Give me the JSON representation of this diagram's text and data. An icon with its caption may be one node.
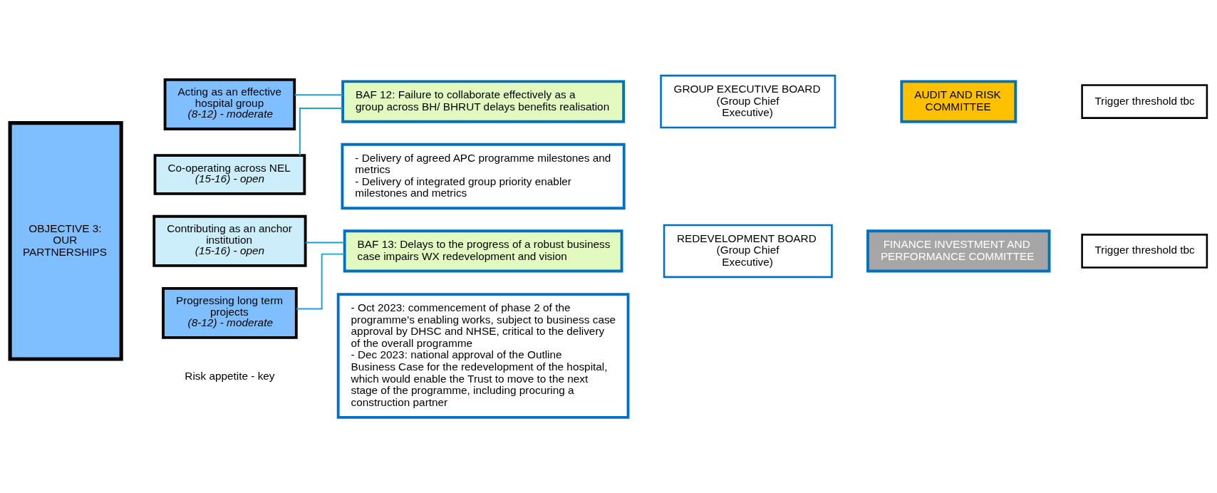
{
  "diagram": {
    "nodes": [
      {
        "text": [
          "OBJECTIVE 3: OUR PARTNERSHIPS"
        ]
      },
      {
        "text": [
          "Acting as an effective hospital group",
          "(8-12) - moderate"
        ]
      },
      {
        "text": [
          "Co-operating across NEL",
          "(15-16) - open"
        ]
      },
      {
        "text": [
          "BAF 12: Failure to collaborate effectively as a group across BH/ BHRUT delays benefits realisation"
        ]
      },
      {
        "text": [
          "- Delivery of agreed APC programme milestones and metrics",
          "- Delivery of integrated group priority enabler milestones and metrics"
        ]
      },
      {
        "text": [
          "GROUP EXECUTIVE BOARD",
          "(Group Chief Executive)"
        ]
      },
      {
        "text": [
          "AUDIT AND RISK COMMITTEE"
        ]
      },
      {
        "text": [
          "Trigger threshold tbc"
        ]
      },
      {
        "text": [
          "Contributing as an anchor institution",
          "(15-16) - open"
        ]
      },
      {
        "text": [
          "Progressing long term projects",
          "(8-12) - moderate"
        ]
      },
      {
        "text": [
          "BAF 13: Delays to the progress of a robust business case impairs WX redevelopment and vision"
        ]
      },
      {
        "text": [
          "- Oct 2023: commencement of phase 2 of the programme’s enabling works, subject to business case approval by DHSC and NHSE, critical to the delivery of the overall programme",
          "- Dec 2023: national approval of the Outline Business Case for the redevelopment of the hospital, which would enable the Trust to move to the next stage of the programme, including procuring a construction partner"
        ]
      },
      {
        "text": [
          "REDEVELOPMENT BOARD",
          "(Group Chief Executive)"
        ]
      },
      {
        "text": [
          "FINANCE INVESTMENT AND PERFORMANCE COMMITTEE"
        ]
      },
      {
        "text": [
          "Trigger threshold tbc"
        ]
      }
    ],
    "edges": [
      {
        "from": 1,
        "to": 3,
        "arrow": "none"
      },
      {
        "from": 2,
        "to": 3,
        "arrow": "none"
      },
      {
        "from": 8,
        "to": 10,
        "arrow": "none"
      },
      {
        "from": 9,
        "to": 10,
        "arrow": "none"
      }
    ],
    "labels": [
      "Risk appetite - key"
    ]
  }
}
